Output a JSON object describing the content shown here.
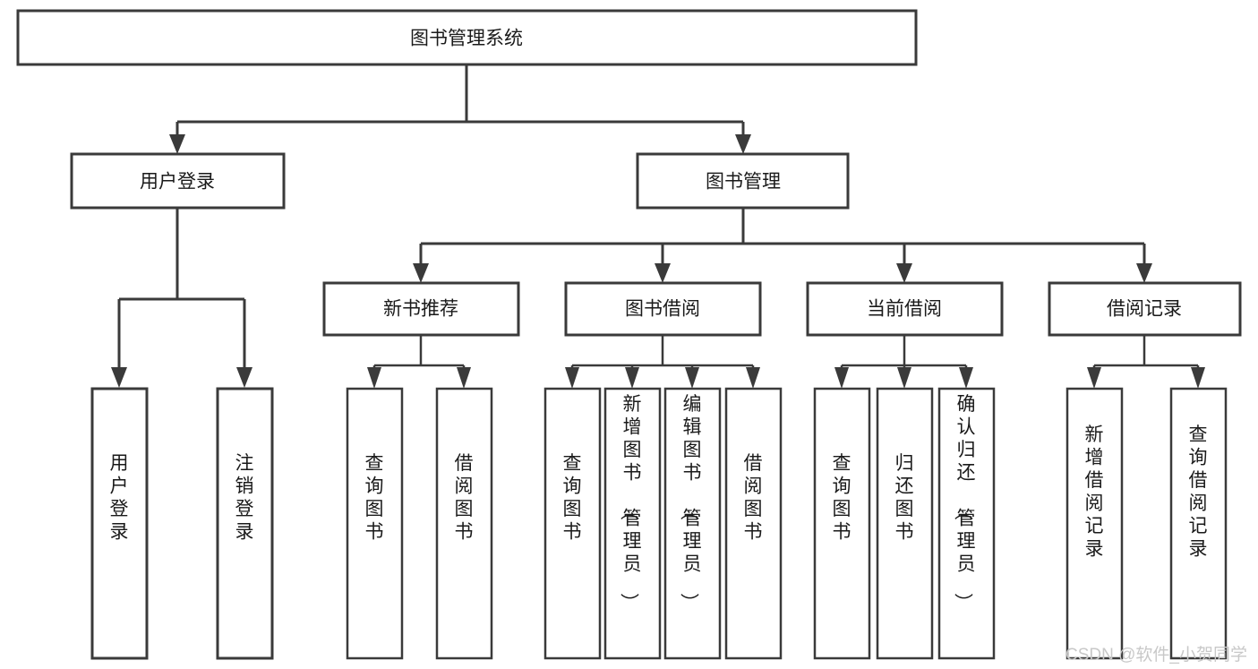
{
  "diagram": {
    "type": "tree-hierarchy-chart",
    "title": "图书管理系统",
    "orientation": "top-down",
    "colors": {
      "box_fill": "#ffffff",
      "box_stroke": "#3a3a3a",
      "text": "#1a1a1a",
      "background": "#ffffff",
      "watermark": "#c8c8c8"
    },
    "root": {
      "label": "图书管理系统"
    },
    "level2": [
      {
        "label": "用户登录"
      },
      {
        "label": "图书管理"
      }
    ],
    "level3": [
      {
        "label": "新书推荐"
      },
      {
        "label": "图书借阅"
      },
      {
        "label": "当前借阅"
      },
      {
        "label": "借阅记录"
      }
    ],
    "leaves": {
      "user_login": [
        {
          "label": "用户登录"
        },
        {
          "label": "注销登录"
        }
      ],
      "new_book_recommend": [
        {
          "label": "查询图书"
        },
        {
          "label": "借阅图书"
        }
      ],
      "book_borrow": [
        {
          "label": "查询图书"
        },
        {
          "label": "新增图书（管理员）"
        },
        {
          "label": "编辑图书（管理员）"
        },
        {
          "label": "借阅图书"
        }
      ],
      "current_borrow": [
        {
          "label": "查询图书"
        },
        {
          "label": "归还图书"
        },
        {
          "label": "确认归还（管理员）"
        }
      ],
      "borrow_record": [
        {
          "label": "新增借阅记录"
        },
        {
          "label": "查询借阅记录"
        }
      ]
    }
  },
  "watermark": {
    "text": "CSDN @软件_小贺同学"
  }
}
